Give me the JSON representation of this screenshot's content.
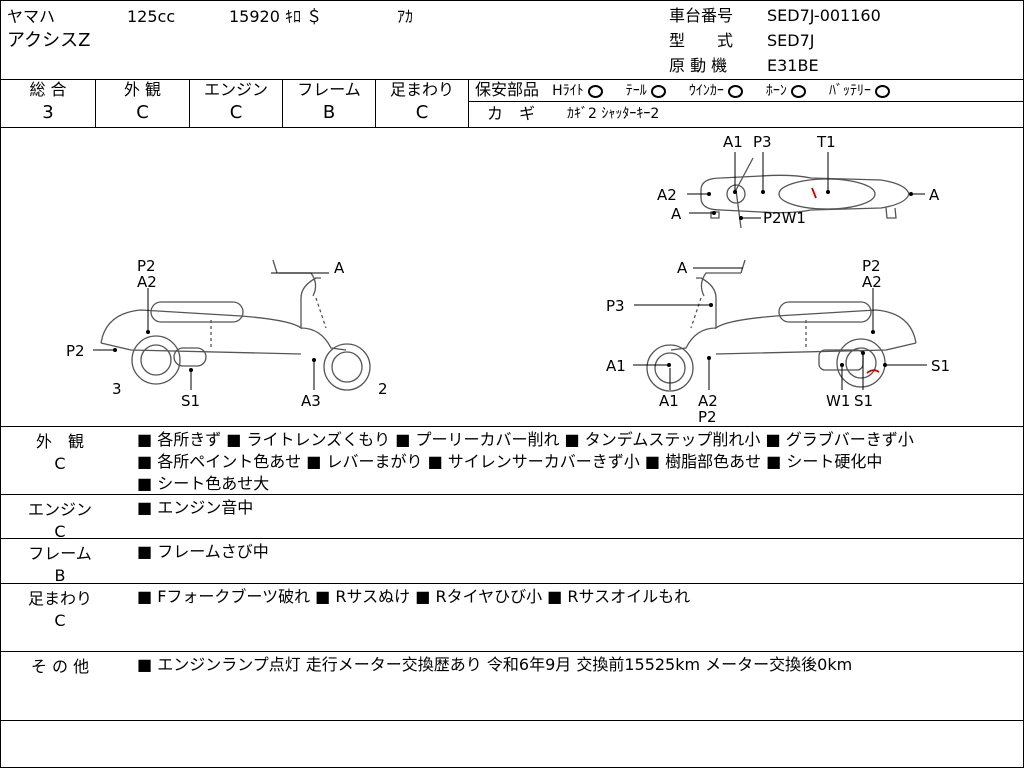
{
  "header": {
    "maker": "ヤマハ",
    "cc": "125cc",
    "mileage": "15920 ｷﾛ ＄",
    "color": "ｱｶ",
    "model_name": "アクシスZ",
    "frame_no_label": "車台番号",
    "frame_no": "SED7J-001160",
    "model_label": "型　　式",
    "model_code": "SED7J",
    "engine_label": "原 動 機",
    "engine_code": "E31BE"
  },
  "ratings": [
    {
      "label": "総 合",
      "value": "3"
    },
    {
      "label": "外 観",
      "value": "C"
    },
    {
      "label": "エンジン",
      "value": "C"
    },
    {
      "label": "フレーム",
      "value": "B"
    },
    {
      "label": "足まわり",
      "value": "C"
    }
  ],
  "safety": {
    "title": "保安部品",
    "items": [
      {
        "label": "Hﾗｲﾄ",
        "state": "circle"
      },
      {
        "label": "ﾃｰﾙ",
        "state": "circle"
      },
      {
        "label": "ｳｲﾝｶｰ",
        "state": "circle"
      },
      {
        "label": "ﾎｰﾝ",
        "state": "circle"
      },
      {
        "label": "ﾊﾞｯﾃﾘｰ",
        "state": "circle"
      }
    ],
    "key_label": "カ　ギ",
    "key_value": "ｶｷﾞ2 ｼｬｯﾀｰｷｰ2"
  },
  "diagram": {
    "top_labels": [
      "A1",
      "P3",
      "T1",
      "A2",
      "A",
      "A",
      "P2W1"
    ],
    "left_labels": [
      "P2",
      "A2",
      "A",
      "P2",
      "3",
      "S1",
      "A3",
      "2"
    ],
    "right_labels": [
      "A",
      "P2",
      "A2",
      "P3",
      "S1",
      "A1",
      "A1",
      "A2",
      "P2",
      "W1",
      "S1"
    ]
  },
  "sections": [
    {
      "label": "外　観",
      "grade": "C",
      "lines": [
        "■ 各所きず ■ ライトレンズくもり ■ プーリーカバー削れ ■ タンデムステップ削れ小 ■ グラブバーきず小",
        "■ 各所ペイント色あせ ■ レバーまがり ■ サイレンサーカバーきず小 ■ 樹脂部色あせ ■ シート硬化中",
        "■ シート色あせ大"
      ]
    },
    {
      "label": "エンジン",
      "grade": "C",
      "lines": [
        "■ エンジン音中"
      ]
    },
    {
      "label": "フレーム",
      "grade": "B",
      "lines": [
        "■ フレームさび中"
      ]
    },
    {
      "label": "足まわり",
      "grade": "C",
      "lines": [
        "■ Fフォークブーツ破れ ■ Rサスぬけ ■ Rタイヤひび小 ■ Rサスオイルもれ"
      ]
    },
    {
      "label": "そ の 他",
      "grade": "",
      "lines": [
        "■ エンジンランプ点灯 走行メーター交換歴あり 令和6年9月 交換前15525km メーター交換後0km"
      ]
    }
  ],
  "colors": {
    "line": "#000000",
    "sketch": "#555555",
    "mark": "#cc0000"
  }
}
